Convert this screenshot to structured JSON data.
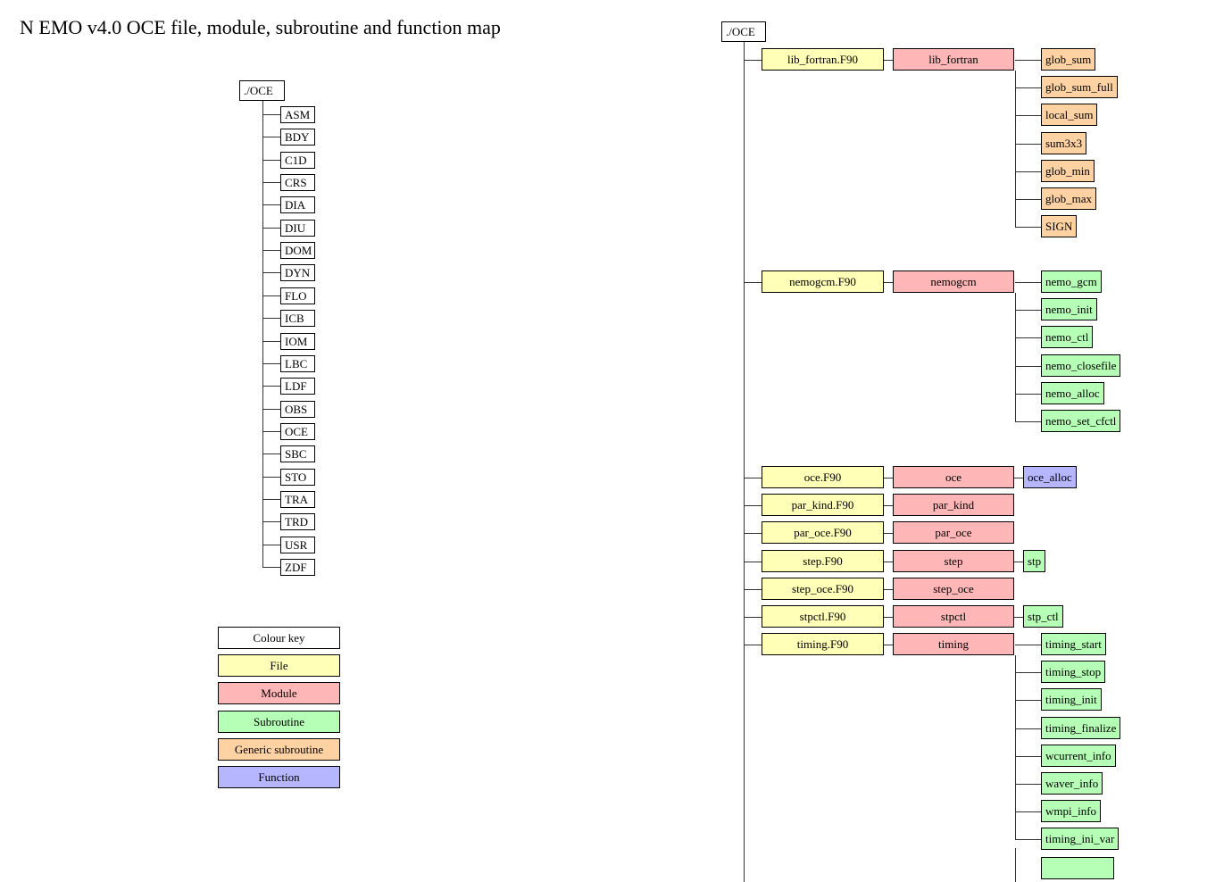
{
  "title": "N EMO v4.0 OCE file, module, subroutine and function map",
  "left_tree": {
    "root": "./OCE",
    "dirs": [
      "ASM",
      "BDY",
      "C1D",
      "CRS",
      "DIA",
      "DIU",
      "DOM",
      "DYN",
      "FLO",
      "ICB",
      "IOM",
      "LBC",
      "LDF",
      "OBS",
      "OCE",
      "SBC",
      "STO",
      "TRA",
      "TRD",
      "USR",
      "ZDF"
    ]
  },
  "legend": {
    "title": "Colour key",
    "items": [
      "File",
      "Module",
      "Subroutine",
      "Generic subroutine",
      "Function"
    ]
  },
  "colors": {
    "file": "#ffffb8",
    "module": "#ffb6b6",
    "subroutine": "#b6ffb6",
    "generic_subroutine": "#ffd2a4",
    "function": "#b6b6ff"
  },
  "right_tree": {
    "root": "./OCE",
    "groups": [
      {
        "file": "lib_fortran.F90",
        "module": "lib_fortran",
        "children": [
          {
            "name": "glob_sum",
            "kind": "gen"
          },
          {
            "name": "glob_sum_full",
            "kind": "gen"
          },
          {
            "name": "local_sum",
            "kind": "gen"
          },
          {
            "name": "sum3x3",
            "kind": "gen"
          },
          {
            "name": "glob_min",
            "kind": "gen"
          },
          {
            "name": "glob_max",
            "kind": "gen"
          },
          {
            "name": "SIGN",
            "kind": "gen"
          }
        ]
      },
      {
        "file": "nemogcm.F90",
        "module": "nemogcm",
        "children": [
          {
            "name": "nemo_gcm",
            "kind": "sub"
          },
          {
            "name": "nemo_init",
            "kind": "sub"
          },
          {
            "name": "nemo_ctl",
            "kind": "sub"
          },
          {
            "name": "nemo_closefile",
            "kind": "sub"
          },
          {
            "name": "nemo_alloc",
            "kind": "sub"
          },
          {
            "name": "nemo_set_cfctl",
            "kind": "sub"
          }
        ]
      },
      {
        "file": "oce.F90",
        "module": "oce",
        "children": [
          {
            "name": "oce_alloc",
            "kind": "func"
          }
        ]
      },
      {
        "file": "par_kind.F90",
        "module": "par_kind",
        "children": []
      },
      {
        "file": "par_oce.F90",
        "module": "par_oce",
        "children": []
      },
      {
        "file": "step.F90",
        "module": "step",
        "children": [
          {
            "name": "stp",
            "kind": "sub"
          }
        ]
      },
      {
        "file": "step_oce.F90",
        "module": "step_oce",
        "children": []
      },
      {
        "file": "stpctl.F90",
        "module": "stpctl",
        "children": [
          {
            "name": "stp_ctl",
            "kind": "sub"
          }
        ]
      },
      {
        "file": "timing.F90",
        "module": "timing",
        "children": [
          {
            "name": "timing_start",
            "kind": "sub"
          },
          {
            "name": "timing_stop",
            "kind": "sub"
          },
          {
            "name": "timing_init",
            "kind": "sub"
          },
          {
            "name": "timing_finalize",
            "kind": "sub"
          },
          {
            "name": "wcurrent_info",
            "kind": "sub"
          },
          {
            "name": "waver_info",
            "kind": "sub"
          },
          {
            "name": "wmpi_info",
            "kind": "sub"
          },
          {
            "name": "timing_ini_var",
            "kind": "sub"
          }
        ]
      }
    ]
  }
}
